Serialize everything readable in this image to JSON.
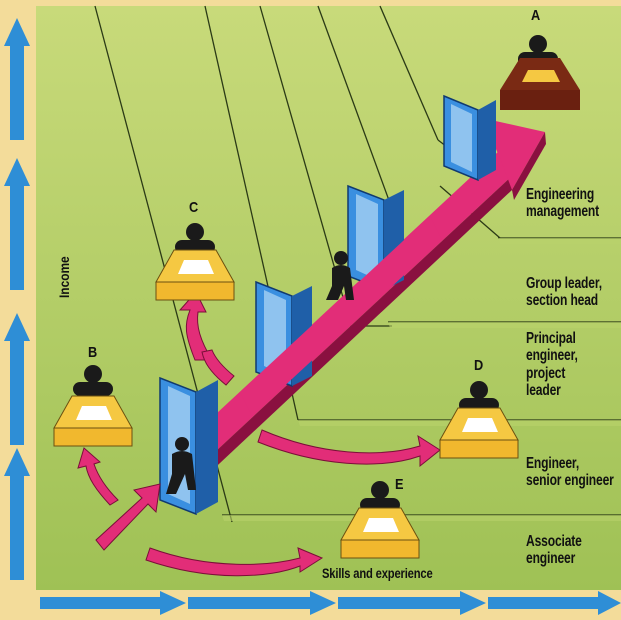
{
  "labels": {
    "grades": [
      {
        "key": "engineering_management",
        "text": "Engineering\nmanagement"
      },
      {
        "key": "group_leader",
        "text": "Group leader,\nsection head"
      },
      {
        "key": "principal",
        "text": "Principal\nengineer,\nproject\nleader"
      },
      {
        "key": "engineer",
        "text": "Engineer,\nsenior engineer"
      },
      {
        "key": "associate",
        "text": "Associate\nengineer"
      }
    ],
    "desks": [
      "A",
      "B",
      "C",
      "D",
      "E"
    ],
    "axis_y": "Income",
    "axis_x": "Skills and experience"
  },
  "colors": {
    "background": "#f3dc9a",
    "panel": "#a9c85c",
    "arrow_blue": "#2e8ed6",
    "career_arrow": "#e22d78",
    "door_frame": "#3a8fe0",
    "desk_yellow": "#f5c842",
    "person": "#1a1a1a"
  },
  "icons": [
    "person-icon",
    "desk-icon",
    "door-icon",
    "up-arrow-icon",
    "right-arrow-icon"
  ]
}
